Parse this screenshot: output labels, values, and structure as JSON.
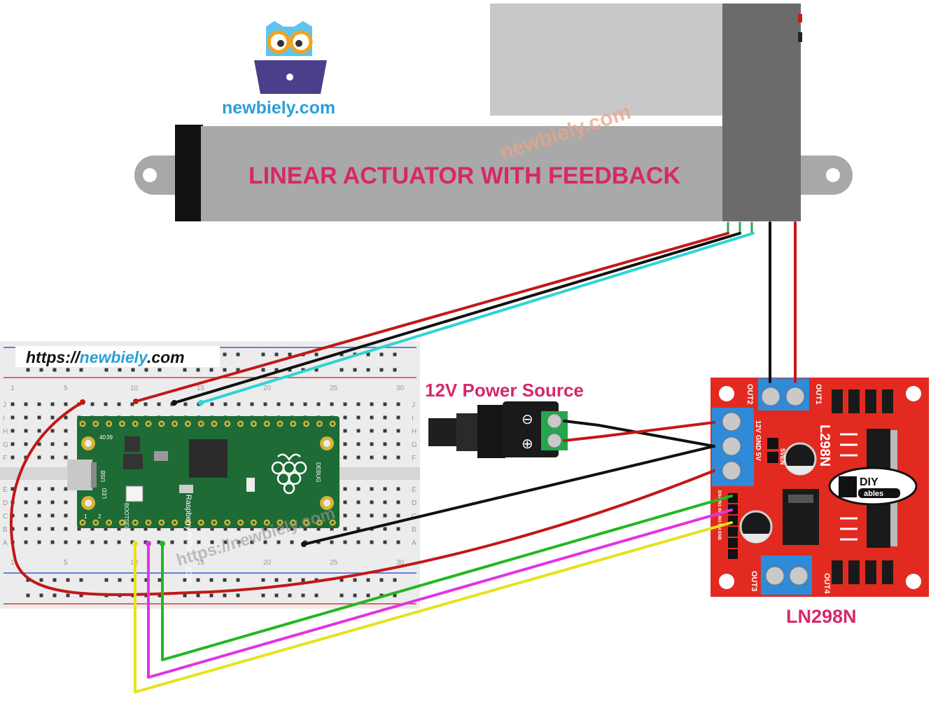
{
  "logo": {
    "text": "newbiely.com"
  },
  "watermarks": {
    "diagonal_top": "newbiely.com",
    "diagonal_bottom": "https://newbiely.com",
    "url_prefix": "https://",
    "url_brand": "newbiely",
    "url_suffix": ".com"
  },
  "actuator": {
    "label": "LINEAR ACTUATOR WITH FEEDBACK"
  },
  "power": {
    "label": "12V Power Source",
    "terminal_minus": "⊖",
    "terminal_plus": "⊕"
  },
  "driver": {
    "label": "LN298N",
    "chip_text": "L298N",
    "out1": "OUT1",
    "out2": "OUT2",
    "out3": "OUT3",
    "out4": "OUT4",
    "pins_power": "12V  GND  5V",
    "pin_5ven": "5VEN",
    "logo_diy": "DIY",
    "logo_ables": "ables",
    "pins_in": "ENA IN1 IN2 IN3 IN4 ENB"
  },
  "pico": {
    "text_brand": "Raspberry Pi Pico © 2020",
    "text_bootsel": "BOOTSEL",
    "text_led": "LED",
    "text_usb": "USB",
    "text_debug": "DEBUG",
    "pin_1": "1",
    "pin_2": "2",
    "pin_39": "39",
    "pin_40": "40"
  },
  "breadboard": {
    "cols_top": [
      "1",
      "5",
      "10",
      "15",
      "20",
      "25",
      "30"
    ],
    "cols_bottom": [
      "1",
      "5",
      "10",
      "15",
      "20",
      "25",
      "30"
    ],
    "rows_top": [
      "J",
      "I",
      "H",
      "G",
      "F"
    ],
    "rows_bottom": [
      "E",
      "D",
      "C",
      "B",
      "A"
    ]
  },
  "colors": {
    "accent_label": "#d6286b",
    "wire_red": "#c21818",
    "wire_black": "#111111",
    "wire_cyan": "#2fd4d4",
    "wire_green": "#22b722",
    "wire_magenta": "#e233e2",
    "wire_yellow": "#e6e21c",
    "board_red": "#e32a20",
    "terminal_blue": "#2f8ad8",
    "pico_green": "#1e6b35",
    "logo_blue": "#2c9fd6"
  }
}
